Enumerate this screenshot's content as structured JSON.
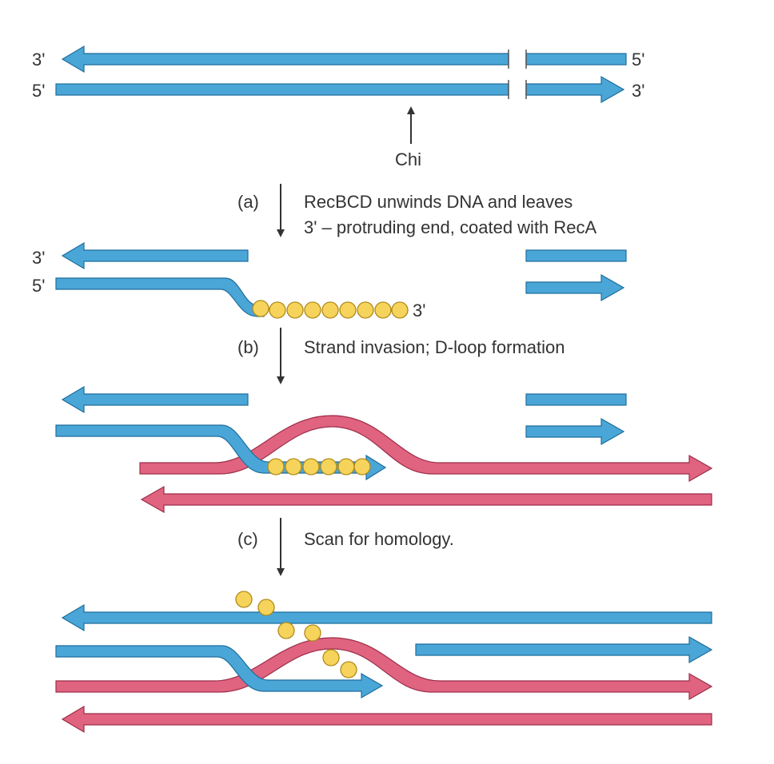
{
  "colors": {
    "strand_blue": "#4aa6d6",
    "strand_blue_edge": "#1e6e9c",
    "strand_pink": "#e0637f",
    "strand_pink_edge": "#9c2f4a",
    "reca_yellow": "#f6d35a",
    "reca_edge": "#b08a1a",
    "arrow": "#333333",
    "text": "#333333"
  },
  "top": {
    "top_left_end": "3'",
    "top_right_end": "5'",
    "bottom_left_end": "5'",
    "bottom_right_end": "3'",
    "chi_label": "Chi"
  },
  "steps": [
    {
      "letter": "(a)",
      "line1": "RecBCD unwinds DNA and leaves",
      "line2": "3' – protruding end, coated with RecA"
    },
    {
      "letter": "(b)",
      "line1": "Strand invasion; D-loop formation",
      "line2": ""
    },
    {
      "letter": "(c)",
      "line1": "Scan for homology.",
      "line2": ""
    }
  ],
  "stage_a": {
    "top_left_end": "3'",
    "bottom_left_end": "5'",
    "tail_end": "3'"
  }
}
